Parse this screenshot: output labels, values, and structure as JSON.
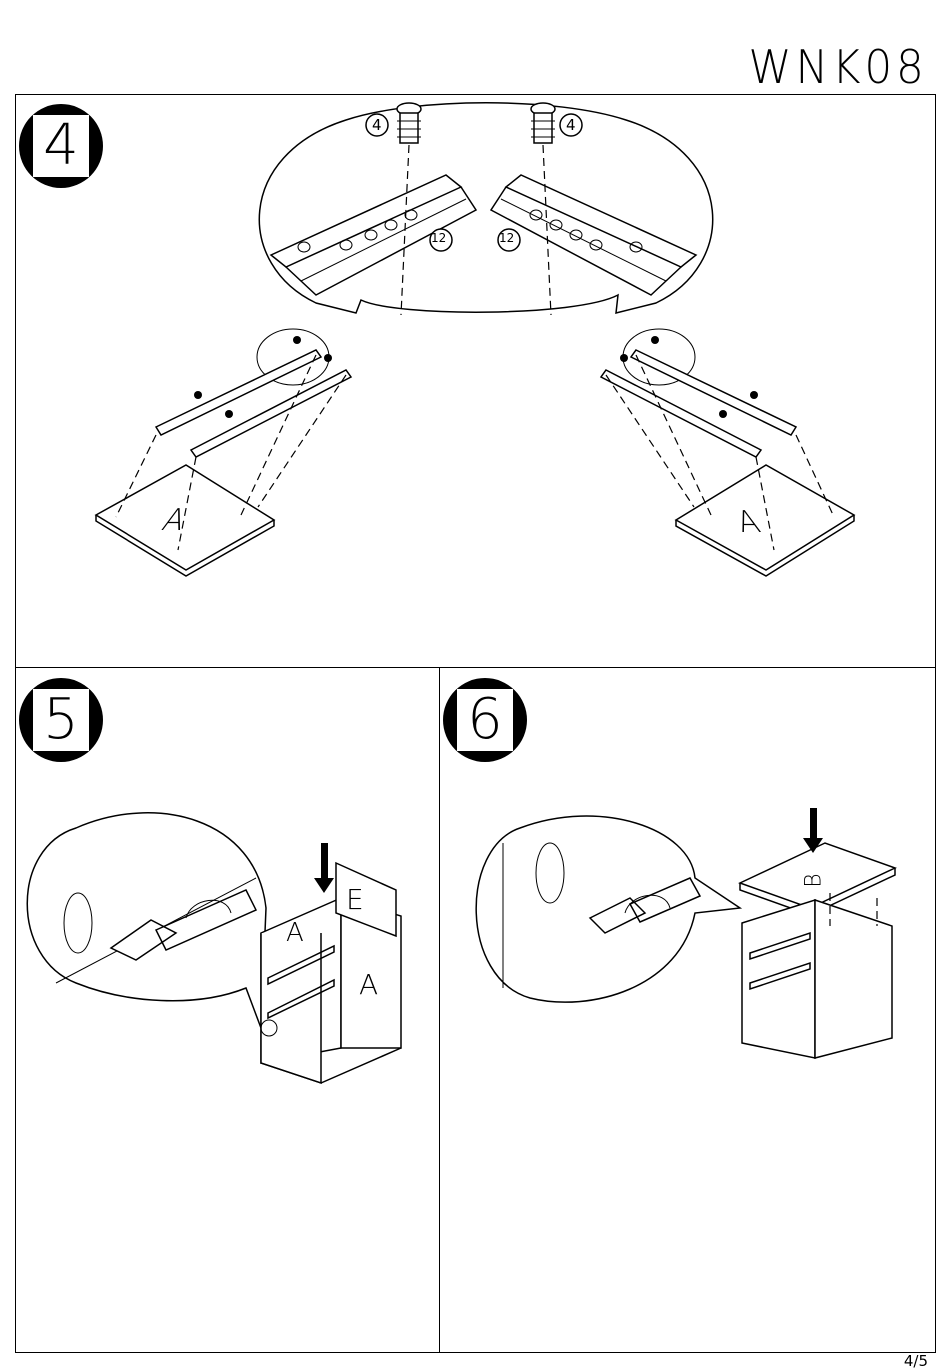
{
  "header": {
    "model_code": "WNK08"
  },
  "footer": {
    "page_indicator": "4/5"
  },
  "steps": [
    {
      "number": "4",
      "callouts": {
        "screw_part": "4",
        "rail_part": "12"
      },
      "panel_letter": "A"
    },
    {
      "number": "5",
      "panel_letters": [
        "A",
        "E",
        "A"
      ]
    },
    {
      "number": "6",
      "panel_letter": "B"
    }
  ]
}
